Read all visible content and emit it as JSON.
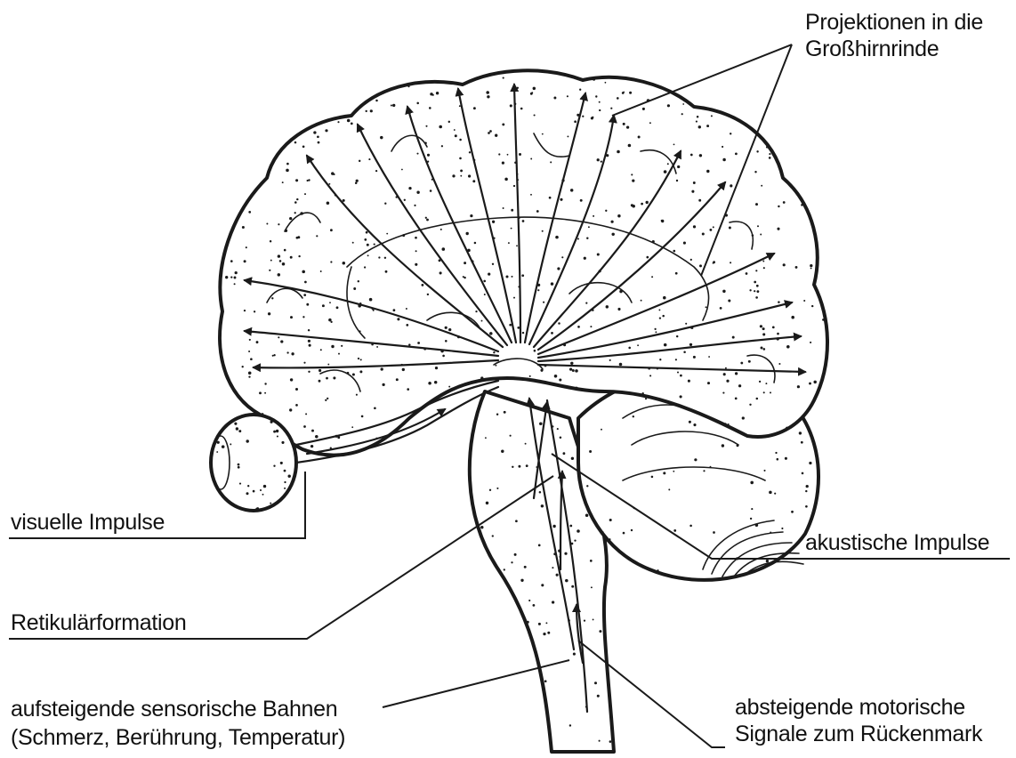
{
  "labels": {
    "projections_line1": "Projektionen in die",
    "projections_line2": "Großhirnrinde",
    "visual": "visuelle Impulse",
    "acoustic": "akustische Impulse",
    "reticular": "Retikulärformation",
    "ascending_line1": "aufsteigende sensorische Bahnen",
    "ascending_line2": "(Schmerz, Berührung, Temperatur)",
    "descending_line1": "absteigende motorische",
    "descending_line2": "Signale zum Rückenmark"
  },
  "colors": {
    "ink": "#1a1a1a",
    "background": "#ffffff"
  }
}
